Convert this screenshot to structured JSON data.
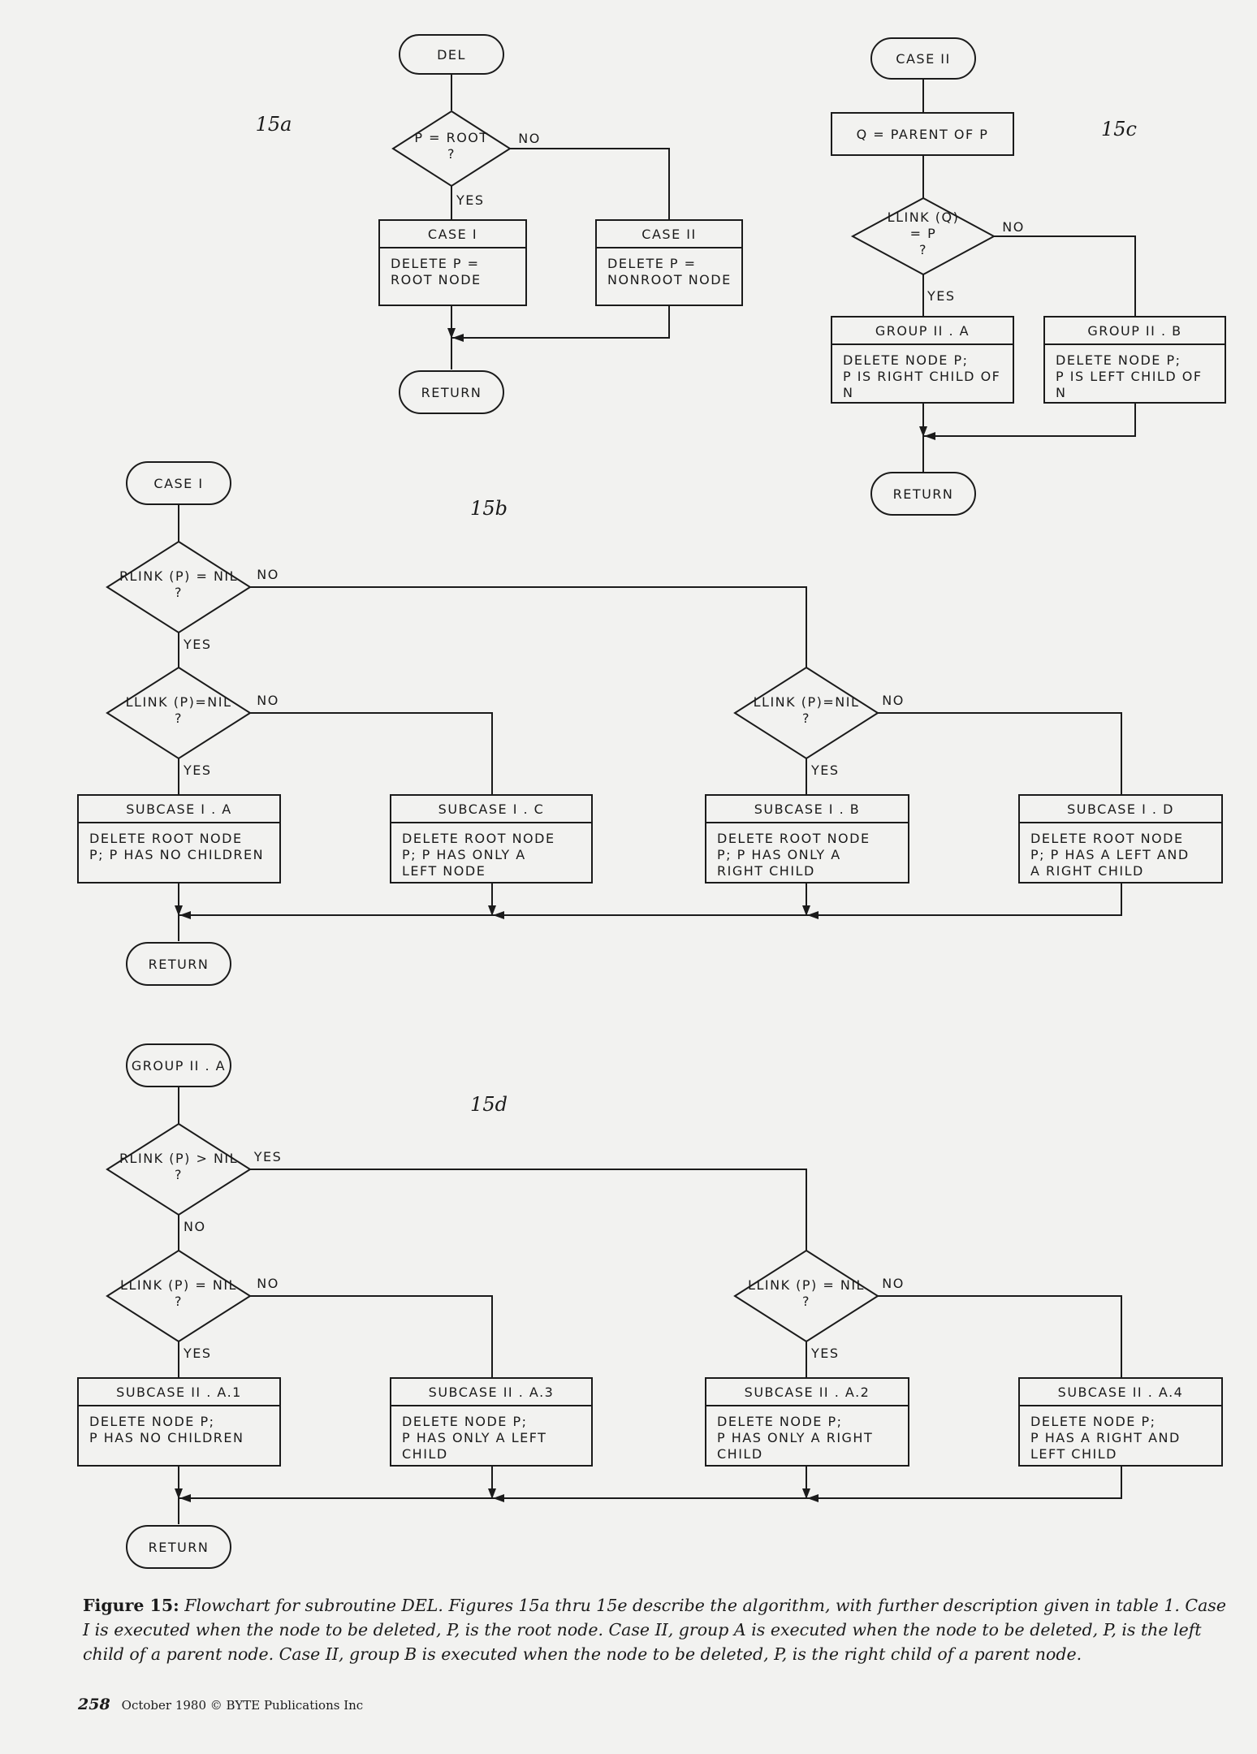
{
  "figures": {
    "a": {
      "label": "15a",
      "start": "DEL",
      "decision": [
        "P = ROOT",
        "?"
      ],
      "no_label": "NO",
      "yes_label": "YES",
      "box_left": {
        "title": "CASE I",
        "text": [
          "DELETE  P =",
          "ROOT  NODE"
        ]
      },
      "box_right": {
        "title": "CASE II",
        "text": [
          "DELETE  P =",
          "NONROOT  NODE"
        ]
      },
      "end": "RETURN"
    },
    "c": {
      "label": "15c",
      "start": "CASE II",
      "process": "Q = PARENT  OF  P",
      "decision": [
        "LLINK (Q)",
        "= P",
        "?"
      ],
      "no_label": "NO",
      "yes_label": "YES",
      "box_left": {
        "title": "GROUP II . A",
        "text": [
          "DELETE  NODE  P;",
          "P  IS  RIGHT  CHILD  OF",
          "N"
        ]
      },
      "box_right": {
        "title": "GROUP II . B",
        "text": [
          "DELETE  NODE  P;",
          "P  IS  LEFT  CHILD  OF",
          "N"
        ]
      },
      "end": "RETURN"
    },
    "b": {
      "label": "15b",
      "start": "CASE I",
      "decision1": [
        "RLINK (P) = NIL",
        "?"
      ],
      "decision2": [
        "LLINK (P)=NIL",
        "?"
      ],
      "decision3": [
        "LLINK (P)=NIL",
        "?"
      ],
      "d1_no": "NO",
      "d1_yes": "YES",
      "d2_no": "NO",
      "d2_yes": "YES",
      "d3_no": "NO",
      "d3_yes": "YES",
      "boxes": [
        {
          "title": "SUBCASE  I . A",
          "text": [
            "DELETE  ROOT  NODE",
            "P; P  HAS  NO  CHILDREN"
          ]
        },
        {
          "title": "SUBCASE  I . C",
          "text": [
            "DELETE  ROOT  NODE",
            "P; P  HAS  ONLY  A",
            "LEFT  NODE"
          ]
        },
        {
          "title": "SUBCASE  I . B",
          "text": [
            "DELETE  ROOT  NODE",
            "P; P  HAS  ONLY  A",
            "RIGHT  CHILD"
          ]
        },
        {
          "title": "SUBCASE  I . D",
          "text": [
            "DELETE  ROOT  NODE",
            "P; P  HAS  A LEFT  AND",
            "A  RIGHT  CHILD"
          ]
        }
      ],
      "end": "RETURN"
    },
    "d": {
      "label": "15d",
      "start": "GROUP II . A",
      "decision1": [
        "RLINK (P) > NIL",
        "?"
      ],
      "decision2": [
        "LLINK (P) = NIL",
        "?"
      ],
      "decision3": [
        "LLINK (P) = NIL",
        "?"
      ],
      "d1_yes": "YES",
      "d1_no": "NO",
      "d2_no": "NO",
      "d2_yes": "YES",
      "d3_no": "NO",
      "d3_yes": "YES",
      "boxes": [
        {
          "title": "SUBCASE  II . A.1",
          "text": [
            "DELETE  NODE  P;",
            "P  HAS  NO  CHILDREN"
          ]
        },
        {
          "title": "SUBCASE  II . A.3",
          "text": [
            "DELETE  NODE  P;",
            "P  HAS  ONLY  A  LEFT",
            "CHILD"
          ]
        },
        {
          "title": "SUBCASE  II . A.2",
          "text": [
            "DELETE  NODE  P;",
            "P  HAS  ONLY  A  RIGHT",
            "CHILD"
          ]
        },
        {
          "title": "SUBCASE  II . A.4",
          "text": [
            "DELETE  NODE  P;",
            "P  HAS  A  RIGHT  AND",
            "LEFT  CHILD"
          ]
        }
      ],
      "end": "RETURN"
    }
  },
  "caption": {
    "bold": "Figure 15:",
    "text": "Flowchart for subroutine DEL. Figures 15a thru 15e describe the algorithm, with further description given in table 1. Case I is executed when the node to be deleted, P, is the root node. Case II, group A is executed when the node to be deleted, P, is the left child of a parent node. Case II, group B is executed when the node to be deleted, P, is the right child of a parent node."
  },
  "footer": {
    "page": "258",
    "text": "October 1980 © BYTE Publications Inc"
  }
}
